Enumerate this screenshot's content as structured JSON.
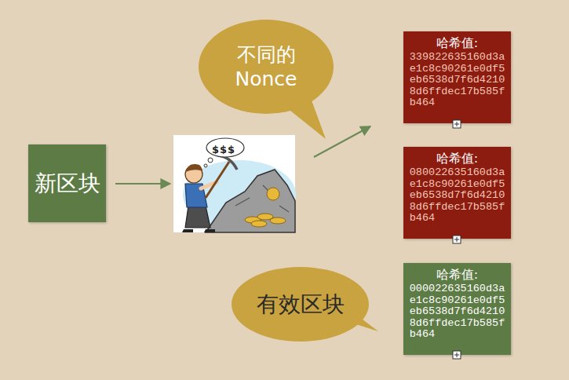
{
  "diagram": {
    "nodes": [
      {
        "text": [
          "新区块"
        ]
      },
      {
        "text": [
          "不同的 Nonce"
        ]
      },
      {
        "text": [
          "哈希值:",
          "339822635160d3ae1c8c90261e0df5eb6538d7f6d42108d6ffdec17b585fb464"
        ]
      },
      {
        "text": [
          "哈希值:",
          "080022635160d3ae1c8c90261e0df5eb6538d7f6d42108d6ffdec17b585fb464"
        ]
      },
      {
        "text": [
          "有效区块"
        ]
      },
      {
        "text": [
          "哈希值:",
          "000022635160d3ae1c8c90261e0df5eb6538d7f6d42108d6ffdec17b585fb464"
        ]
      }
    ],
    "labels": [
      "$$$"
    ]
  }
}
